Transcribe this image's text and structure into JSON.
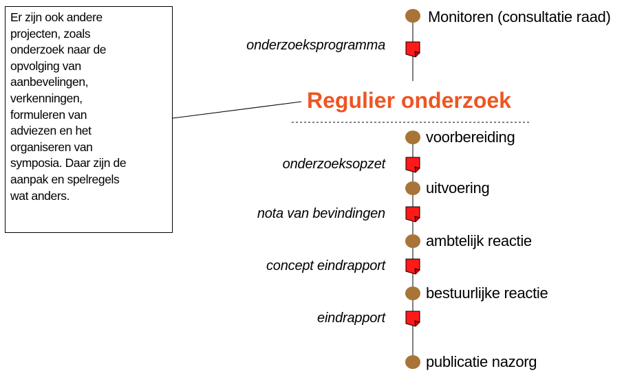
{
  "note": {
    "lines": [
      "Er zijn ook andere",
      "projecten, zoals",
      "onderzoek naar de",
      "opvolging van",
      "aanbevelingen,",
      "verkenningen,",
      "formuleren van",
      "adviezen en het",
      "organiseren van",
      "symposia. Daar zijn de",
      "aanpak en spelregels",
      "wat anders."
    ]
  },
  "title": "Regulier onderzoek",
  "colors": {
    "title": "#ee5522",
    "milestone_dot": "#a87438",
    "document_fill": "#ff1a1a",
    "line": "#000000"
  },
  "top": {
    "milestone": "Monitoren (consultatie raad)",
    "deliverable": "onderzoeksprogramma"
  },
  "process": {
    "milestones": [
      "voorbereiding",
      "uitvoering",
      "ambtelijk reactie",
      "bestuurlijke reactie",
      "publicatie nazorg"
    ],
    "deliverables": [
      "onderzoeksopzet",
      "nota van bevindingen",
      "concept eindrapport",
      "eindrapport"
    ]
  },
  "icons": {
    "milestone": "circle-dot-icon",
    "deliverable": "document-icon"
  }
}
